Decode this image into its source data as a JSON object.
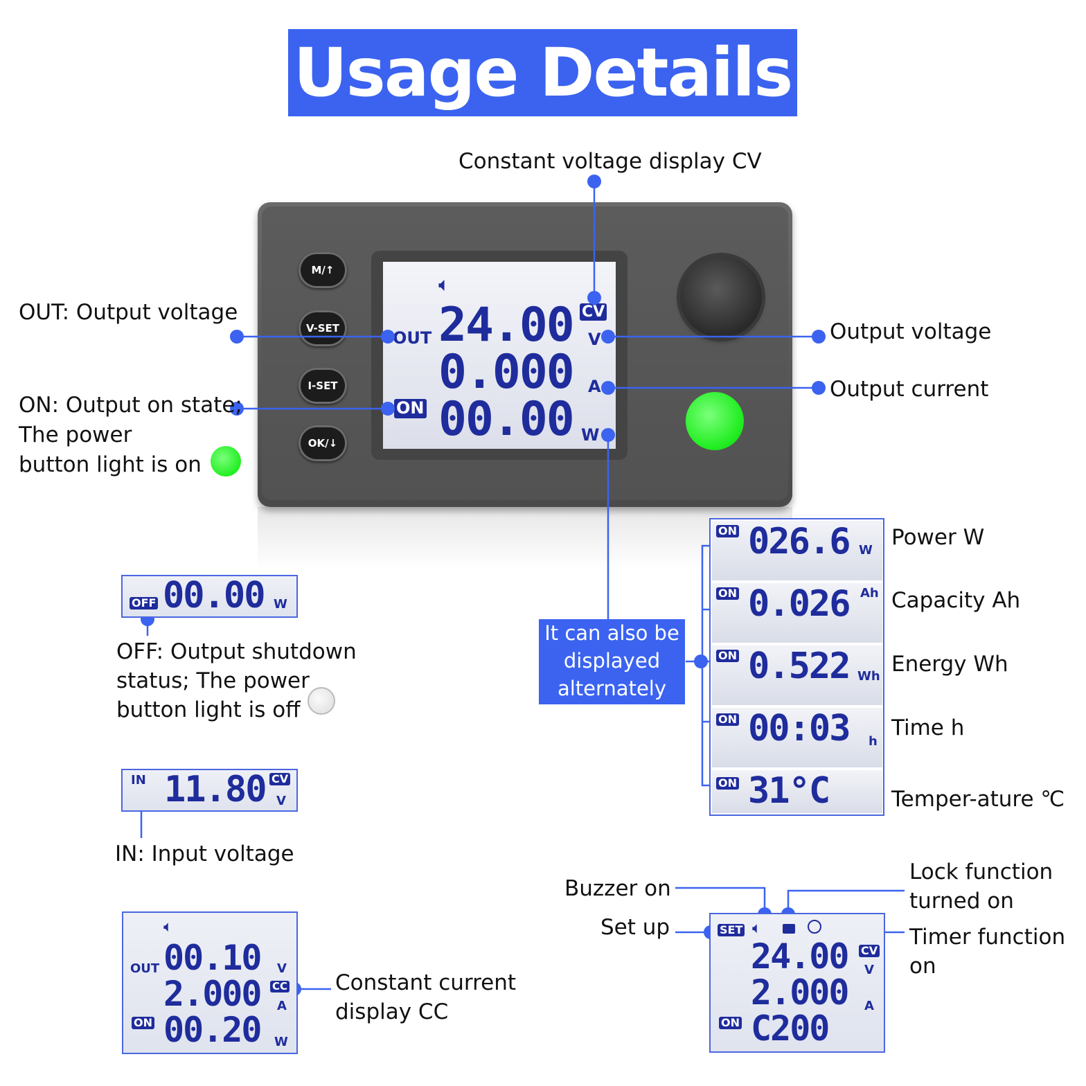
{
  "title": "Usage Details",
  "device": {
    "buttons": [
      "M/↑",
      "V-SET",
      "I-SET",
      "OK/↓"
    ],
    "screen": {
      "voltage": "24.00",
      "current": "0.000",
      "power": "00.00",
      "out_label": "OUT",
      "on_badge": "ON",
      "cv_badge": "CV",
      "unit_v": "V",
      "unit_a": "A",
      "unit_w": "W"
    }
  },
  "labels": {
    "cv_display": "Constant voltage display CV",
    "out_voltage_left": "OUT: Output voltage",
    "on_state_1": "ON: Output on state;",
    "on_state_2": "The power",
    "on_state_3": "button light is on",
    "output_voltage": "Output voltage",
    "output_current": "Output current",
    "off_state_1": "OFF: Output shutdown",
    "off_state_2": "status; The power",
    "off_state_3": "button light is off",
    "in_voltage": "IN: Input voltage",
    "cc_display_1": "Constant current",
    "cc_display_2": "display CC",
    "alternate_1": "It can also be",
    "alternate_2": "displayed",
    "alternate_3": "alternately",
    "buzzer_on": "Buzzer on",
    "set_up": "Set up",
    "lock_1": "Lock function",
    "lock_2": "turned on",
    "timer_1": "Timer function",
    "timer_2": "on"
  },
  "off_lcd": {
    "badge": "OFF",
    "value": "00.00",
    "unit": "W"
  },
  "in_lcd": {
    "badge": "IN",
    "value": "11.80",
    "cv": "CV",
    "unit": "V"
  },
  "alt_rows": [
    {
      "badge": "ON",
      "value": "026.6",
      "unit": "W",
      "label": "Power W"
    },
    {
      "badge": "ON",
      "value": "0.026",
      "unit": "Ah",
      "label": "Capacity Ah"
    },
    {
      "badge": "ON",
      "value": "0.522",
      "unit": "Wh",
      "label": "Energy Wh"
    },
    {
      "badge": "ON",
      "value": "00:03",
      "unit": "h",
      "label": "Time h"
    },
    {
      "badge": "ON",
      "value": "31°C",
      "unit": "",
      "label": "Temper-ature ℃"
    }
  ],
  "cc_lcd": {
    "out": "OUT",
    "on": "ON",
    "cc": "CC",
    "v": "00.10",
    "a": "2.000",
    "w": "00.20",
    "unit_v": "V",
    "unit_a": "A",
    "unit_w": "W"
  },
  "set_lcd": {
    "set": "SET",
    "on": "ON",
    "cv": "CV",
    "v": "24.00",
    "a": "2.000",
    "w": "C200",
    "unit_v": "V",
    "unit_a": "A"
  },
  "colors": {
    "accent": "#3b63f0",
    "lcd_digit": "#1f2c9c",
    "power_on": "#22ee22"
  }
}
